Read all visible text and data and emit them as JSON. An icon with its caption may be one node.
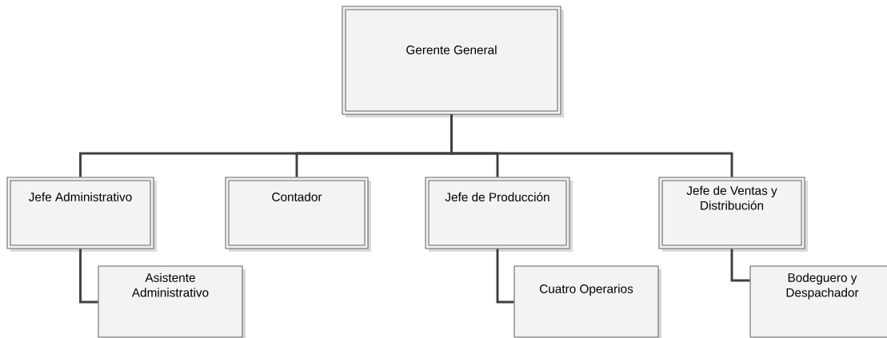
{
  "diagram": {
    "nodes": [
      {
        "text": [
          "Gerente General"
        ]
      },
      {
        "text": [
          "Jefe Administrativo"
        ]
      },
      {
        "text": [
          "Contador"
        ]
      },
      {
        "text": [
          "Jefe de Producción"
        ]
      },
      {
        "text": [
          "Jefe de Ventas y Distribución"
        ]
      },
      {
        "text": [
          "Asistente Administrativo"
        ]
      },
      {
        "text": [
          "Cuatro Operarios"
        ]
      },
      {
        "text": [
          "Bodeguero y Despachador"
        ]
      }
    ],
    "edges": [
      {
        "from": 0,
        "to": 1,
        "arrow": "none"
      },
      {
        "from": 0,
        "to": 2,
        "arrow": "none"
      },
      {
        "from": 0,
        "to": 3,
        "arrow": "none"
      },
      {
        "from": 0,
        "to": 4,
        "arrow": "none"
      },
      {
        "from": 1,
        "to": 5,
        "arrow": "none"
      },
      {
        "from": 3,
        "to": 6,
        "arrow": "none"
      },
      {
        "from": 4,
        "to": 7,
        "arrow": "none"
      }
    ]
  }
}
